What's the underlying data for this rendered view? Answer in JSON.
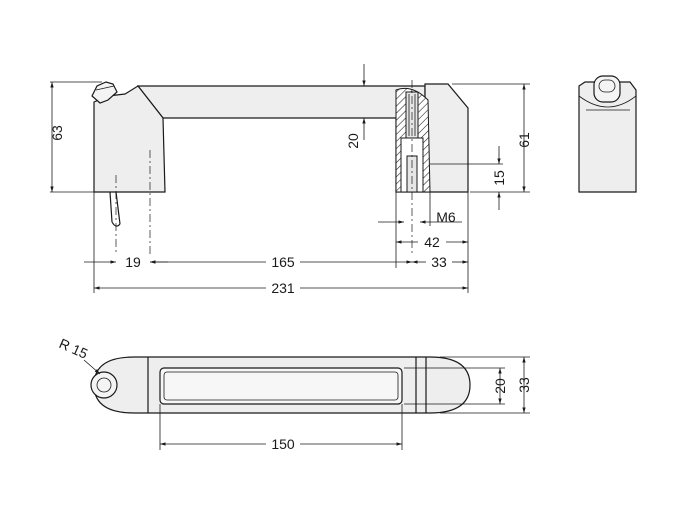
{
  "dimensions": {
    "height_63": "63",
    "height_61": "61",
    "thread_depth_20": "20",
    "hole_depth_15": "15",
    "thread_m6": "M6",
    "offset_42": "42",
    "offset_19": "19",
    "span_165": "165",
    "end_33": "33",
    "overall_231": "231",
    "radius_r15": "R 15",
    "grip_150": "150",
    "width_20": "20",
    "width_33": "33"
  },
  "colors": {
    "line": "#1a1a1a",
    "part_fill": "#eeeeee",
    "hatch": "#1a1a1a"
  }
}
